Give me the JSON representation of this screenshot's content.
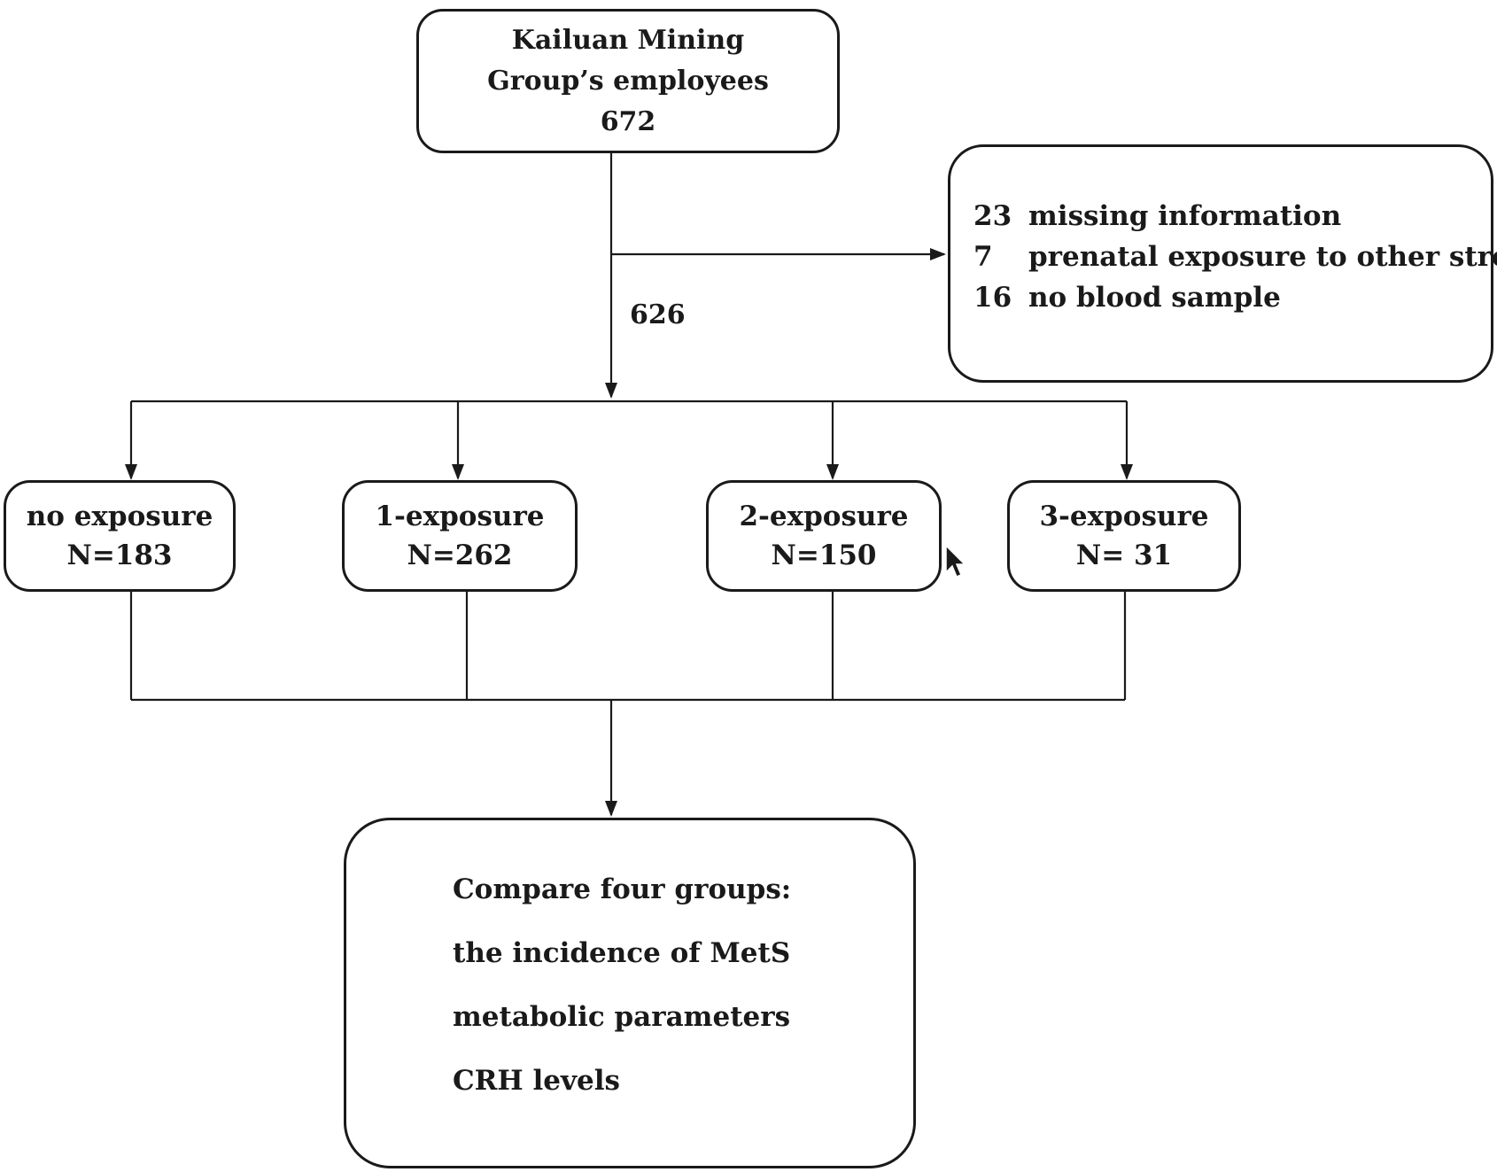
{
  "top_box": {
    "lines": [
      "Kailuan Mining",
      "Group’s employees",
      "672"
    ]
  },
  "exclusion_box": {
    "items": [
      {
        "count": "23",
        "reason": "missing information"
      },
      {
        "count": "7",
        "reason": "prenatal exposure to other stress"
      },
      {
        "count": "16",
        "reason": "no blood sample"
      }
    ]
  },
  "flow_label": "626",
  "groups": [
    {
      "label": "no exposure",
      "n": "N=183"
    },
    {
      "label": "1-exposure",
      "n": "N=262"
    },
    {
      "label": "2-exposure",
      "n": "N=150"
    },
    {
      "label": "3-exposure",
      "n": "N= 31"
    }
  ],
  "bottom_box": {
    "lines": [
      "Compare four groups:",
      "the incidence of MetS",
      "metabolic parameters",
      "CRH levels"
    ]
  },
  "colors": {
    "stroke": "#1a1a1a",
    "background": "#ffffff"
  },
  "icons": [
    "mouse-cursor-icon"
  ]
}
